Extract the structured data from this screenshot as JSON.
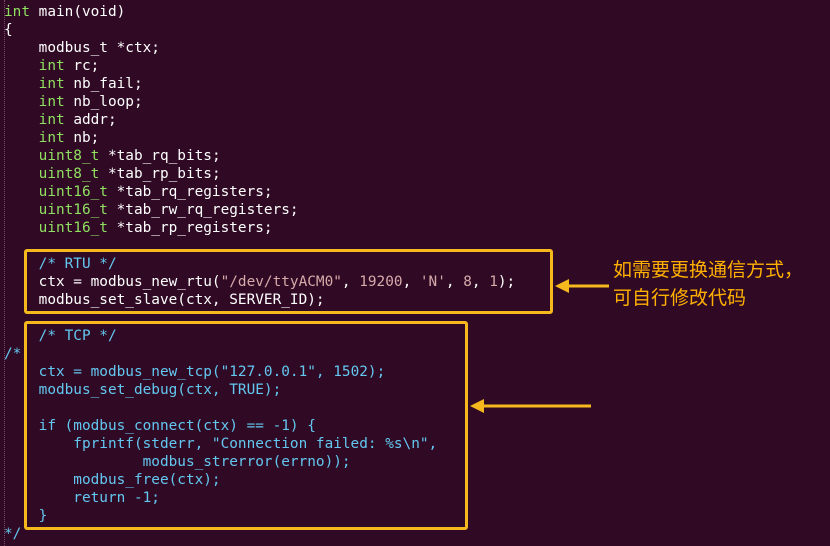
{
  "editor": {
    "lines": [
      {
        "row": 0,
        "segs": [
          {
            "t": "int",
            "c": "kw"
          },
          {
            "t": " main(void)",
            "c": ""
          }
        ]
      },
      {
        "row": 1,
        "segs": [
          {
            "t": "{",
            "c": ""
          }
        ]
      },
      {
        "row": 2,
        "segs": [
          {
            "t": "    modbus_t *ctx;",
            "c": ""
          }
        ]
      },
      {
        "row": 3,
        "segs": [
          {
            "t": "    ",
            "c": ""
          },
          {
            "t": "int",
            "c": "kw"
          },
          {
            "t": " rc;",
            "c": ""
          }
        ]
      },
      {
        "row": 4,
        "segs": [
          {
            "t": "    ",
            "c": ""
          },
          {
            "t": "int",
            "c": "kw"
          },
          {
            "t": " nb_fail;",
            "c": ""
          }
        ]
      },
      {
        "row": 5,
        "segs": [
          {
            "t": "    ",
            "c": ""
          },
          {
            "t": "int",
            "c": "kw"
          },
          {
            "t": " nb_loop;",
            "c": ""
          }
        ]
      },
      {
        "row": 6,
        "segs": [
          {
            "t": "    ",
            "c": ""
          },
          {
            "t": "int",
            "c": "kw"
          },
          {
            "t": " addr;",
            "c": ""
          }
        ]
      },
      {
        "row": 7,
        "segs": [
          {
            "t": "    ",
            "c": ""
          },
          {
            "t": "int",
            "c": "kw"
          },
          {
            "t": " nb;",
            "c": ""
          }
        ]
      },
      {
        "row": 8,
        "segs": [
          {
            "t": "    ",
            "c": ""
          },
          {
            "t": "uint8_t",
            "c": "kw"
          },
          {
            "t": " *tab_rq_bits;",
            "c": ""
          }
        ]
      },
      {
        "row": 9,
        "segs": [
          {
            "t": "    ",
            "c": ""
          },
          {
            "t": "uint8_t",
            "c": "kw"
          },
          {
            "t": " *tab_rp_bits;",
            "c": ""
          }
        ]
      },
      {
        "row": 10,
        "segs": [
          {
            "t": "    ",
            "c": ""
          },
          {
            "t": "uint16_t",
            "c": "kw"
          },
          {
            "t": " *tab_rq_registers;",
            "c": ""
          }
        ]
      },
      {
        "row": 11,
        "segs": [
          {
            "t": "    ",
            "c": ""
          },
          {
            "t": "uint16_t",
            "c": "kw"
          },
          {
            "t": " *tab_rw_rq_registers;",
            "c": ""
          }
        ]
      },
      {
        "row": 12,
        "segs": [
          {
            "t": "    ",
            "c": ""
          },
          {
            "t": "uint16_t",
            "c": "kw"
          },
          {
            "t": " *tab_rp_registers;",
            "c": ""
          }
        ]
      },
      {
        "row": 13,
        "segs": [
          {
            "t": "",
            "c": ""
          }
        ]
      },
      {
        "row": 14,
        "segs": [
          {
            "t": "    ",
            "c": ""
          },
          {
            "t": "/* RTU */",
            "c": "cm"
          }
        ]
      },
      {
        "row": 15,
        "segs": [
          {
            "t": "    ctx = modbus_new_rtu(",
            "c": ""
          },
          {
            "t": "\"/dev/ttyACM0\"",
            "c": "st"
          },
          {
            "t": ", ",
            "c": ""
          },
          {
            "t": "19200",
            "c": "nm"
          },
          {
            "t": ", ",
            "c": ""
          },
          {
            "t": "'N'",
            "c": "st"
          },
          {
            "t": ", ",
            "c": ""
          },
          {
            "t": "8",
            "c": "nm"
          },
          {
            "t": ", ",
            "c": ""
          },
          {
            "t": "1",
            "c": "nm"
          },
          {
            "t": ");",
            "c": ""
          }
        ]
      },
      {
        "row": 16,
        "segs": [
          {
            "t": "    modbus_set_slave(ctx, SERVER_ID);",
            "c": ""
          }
        ]
      },
      {
        "row": 17,
        "segs": [
          {
            "t": "",
            "c": ""
          }
        ]
      },
      {
        "row": 18,
        "segs": [
          {
            "t": "    ",
            "c": ""
          },
          {
            "t": "/* TCP */",
            "c": "cm"
          }
        ]
      },
      {
        "row": 19,
        "segs": [
          {
            "t": "/*",
            "c": "cm"
          }
        ]
      },
      {
        "row": 20,
        "segs": [
          {
            "t": "    ctx = modbus_new_tcp(",
            "c": "cm"
          },
          {
            "t": "\"127.0.0.1\"",
            "c": "cm"
          },
          {
            "t": ", 1502);",
            "c": "cm"
          }
        ]
      },
      {
        "row": 21,
        "segs": [
          {
            "t": "    modbus_set_debug(ctx, TRUE);",
            "c": "cm"
          }
        ]
      },
      {
        "row": 22,
        "segs": [
          {
            "t": "",
            "c": ""
          }
        ]
      },
      {
        "row": 23,
        "segs": [
          {
            "t": "    if (modbus_connect(ctx) == -1) {",
            "c": "cm"
          }
        ]
      },
      {
        "row": 24,
        "segs": [
          {
            "t": "        fprintf(stderr, \"Connection failed: %s\\n\",",
            "c": "cm"
          }
        ]
      },
      {
        "row": 25,
        "segs": [
          {
            "t": "                modbus_strerror(errno));",
            "c": "cm"
          }
        ]
      },
      {
        "row": 26,
        "segs": [
          {
            "t": "        modbus_free(ctx);",
            "c": "cm"
          }
        ]
      },
      {
        "row": 27,
        "segs": [
          {
            "t": "        return -1;",
            "c": "cm"
          }
        ]
      },
      {
        "row": 28,
        "segs": [
          {
            "t": "    }",
            "c": "cm"
          }
        ]
      },
      {
        "row": 29,
        "segs": [
          {
            "t": "*/",
            "c": "cm"
          }
        ]
      }
    ]
  },
  "annotation": {
    "note": "如需要更换通信方式，\n可自行修改代码",
    "accent_color": "#f5b81d"
  }
}
